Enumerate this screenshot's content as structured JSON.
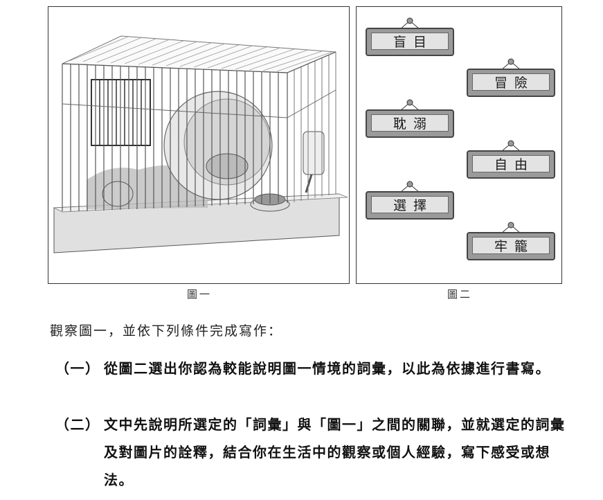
{
  "figures": {
    "figure1": {
      "caption": "圖一",
      "description": "Hamster cage illustration: wire cage with door, one hamster crawling in bedding, one hamster running in exercise wheel, food bowl, water bottle"
    },
    "figure2": {
      "caption": "圖二",
      "signs": [
        {
          "label": "盲目"
        },
        {
          "label": "冒險"
        },
        {
          "label": "耽溺"
        },
        {
          "label": "自由"
        },
        {
          "label": "選擇"
        },
        {
          "label": "牢籠"
        }
      ]
    }
  },
  "instructions": {
    "intro": "觀察圖一，並依下列條件完成寫作：",
    "items": [
      {
        "number": "（一）",
        "text": "從圖二選出你認為較能說明圖一情境的詞彙，以此為依據進行書寫。"
      },
      {
        "number": "（二）",
        "text": "文中先說明所選定的「詞彙」與「圖一」之間的關聯，並就選定的詞彙及對圖片的詮釋，結合你在生活中的觀察或個人經驗，寫下感受或想法。"
      }
    ]
  }
}
